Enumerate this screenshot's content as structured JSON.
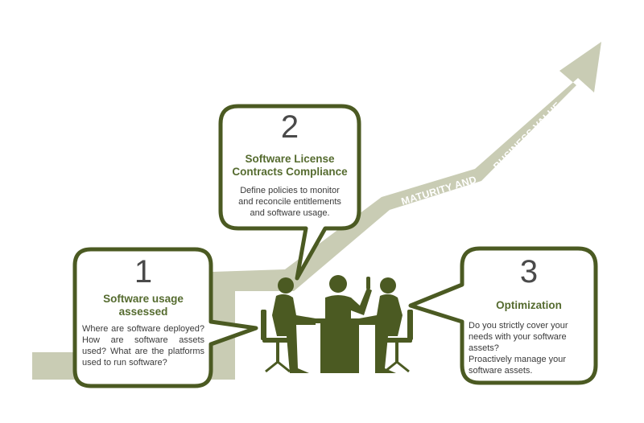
{
  "arrow": {
    "label_part1": "MATURITY AND",
    "label_part2": "BUSINESS VALUE"
  },
  "steps": [
    {
      "number": "1",
      "title_line1": "Software usage",
      "title_line2": "assessed",
      "description": "Where are software deployed? How are software assets used? What are the platforms used to run software?"
    },
    {
      "number": "2",
      "title_line1": "Software License",
      "title_line2": "Contracts Compliance",
      "description_lines": [
        "Define policies to monitor",
        "and reconcile entitlements",
        "and software usage."
      ]
    },
    {
      "number": "3",
      "title_line1": "Optimization",
      "description_lines": [
        "Do you strictly cover your",
        "needs with your software",
        "assets?",
        "Proactively manage your",
        "software assets."
      ]
    }
  ],
  "colors": {
    "bubble_border": "#4b5a22",
    "title": "#556b2f",
    "arrow_fill": "#c9ccb4",
    "figures": "#4b5a22"
  },
  "icons": [
    "meeting-people-icon"
  ]
}
